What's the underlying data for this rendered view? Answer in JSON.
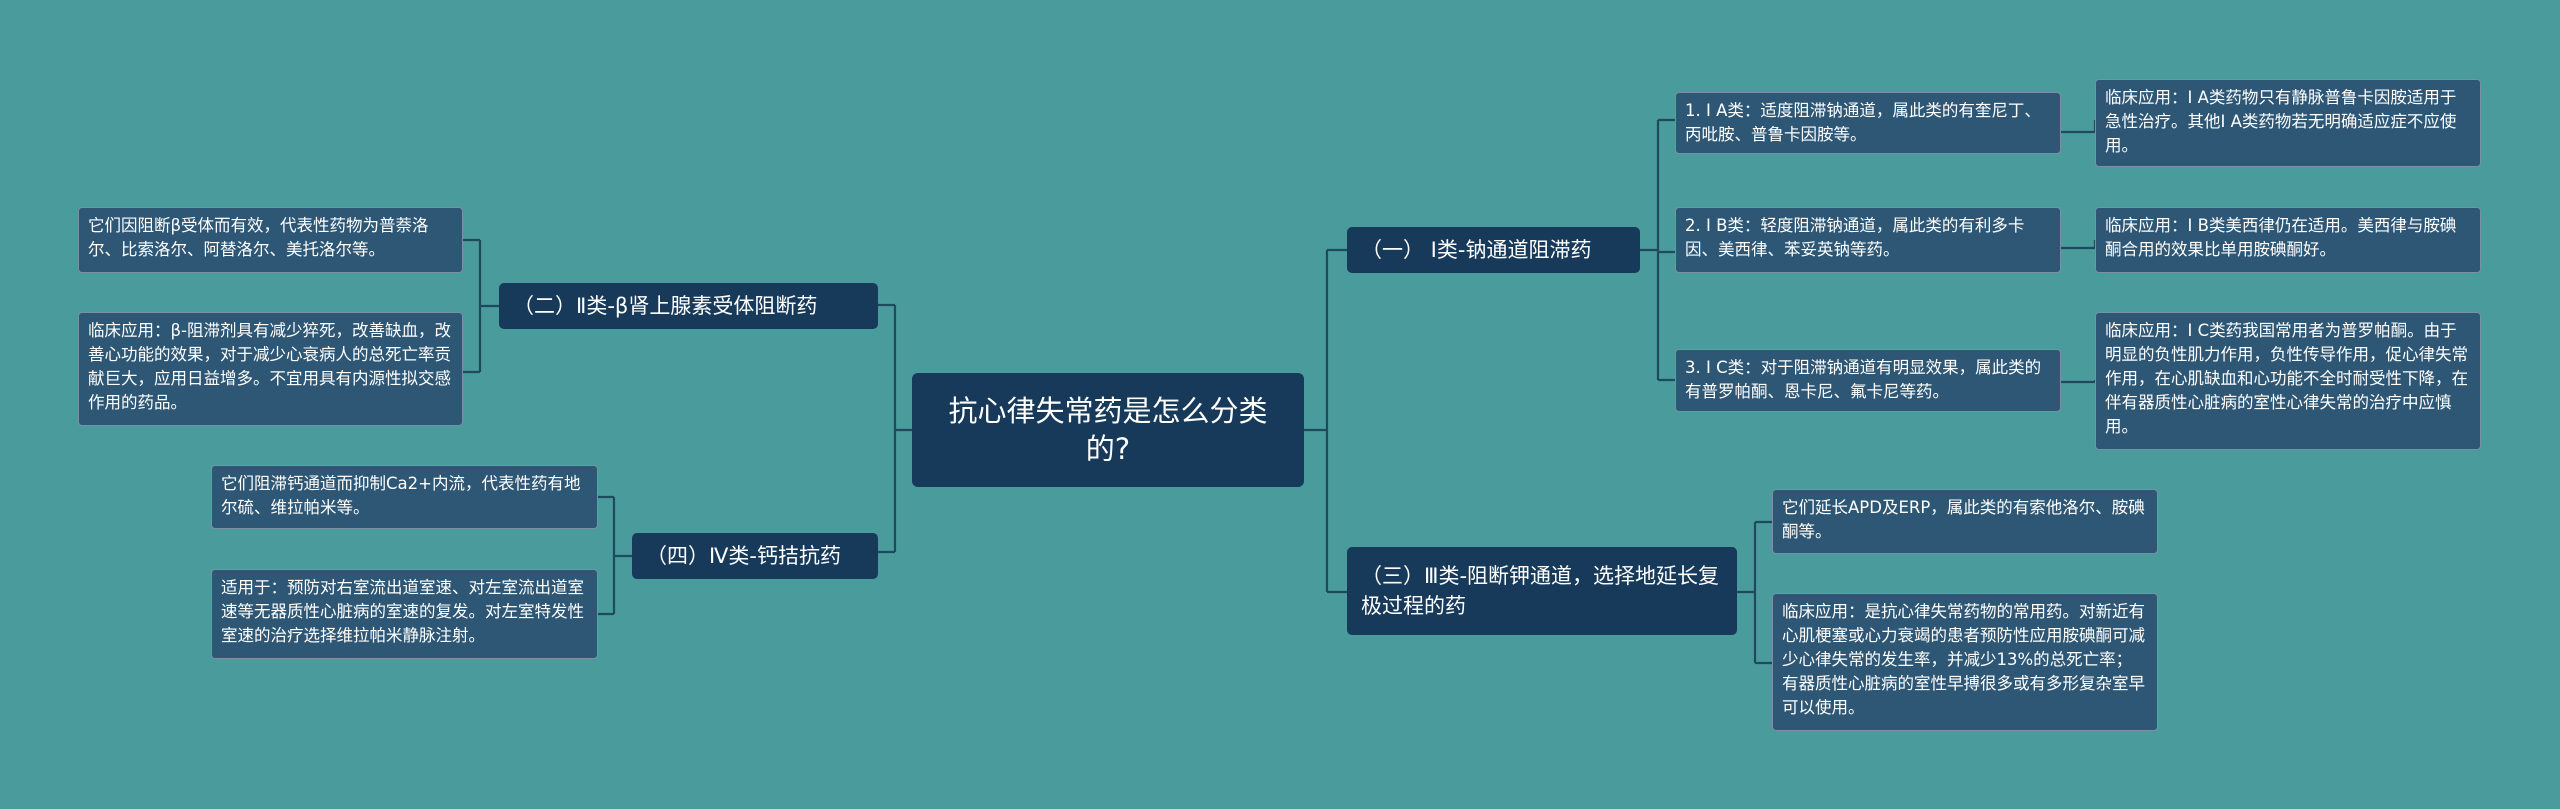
{
  "colors": {
    "background": "#4a9b9b",
    "root_fill": "#173a5a",
    "branch_fill": "#173a5a",
    "leaf_fill": "#2e5776",
    "connector": "#1f4a5e"
  },
  "root": {
    "text": "抗心律失常药是怎么分类的?"
  },
  "right": {
    "class1": {
      "title": "（一） Ⅰ类-钠通道阻滞药",
      "ia": {
        "text": "1. Ⅰ A类：适度阻滞钠通道，属此类的有奎尼丁、丙吡胺、普鲁卡因胺等。",
        "note": "临床应用：Ⅰ A类药物只有静脉普鲁卡因胺适用于急性治疗。其他Ⅰ A类药物若无明确适应症不应使用。"
      },
      "ib": {
        "text": "2. Ⅰ B类：轻度阻滞钠通道，属此类的有利多卡因、美西律、苯妥英钠等药。",
        "note": "临床应用：Ⅰ B类美西律仍在适用。美西律与胺碘酮合用的效果比单用胺碘酮好。"
      },
      "ic": {
        "text": "3. Ⅰ C类：对于阻滞钠通道有明显效果，属此类的有普罗帕酮、恩卡尼、氟卡尼等药。",
        "note": "临床应用：Ⅰ C类药我国常用者为普罗帕酮。由于明显的负性肌力作用，负性传导作用，促心律失常作用，在心肌缺血和心功能不全时耐受性下降，在伴有器质性心脏病的室性心律失常的治疗中应慎用。"
      }
    },
    "class3": {
      "title": "（三）Ⅲ类-阻断钾通道，选择地延长复极过程的药",
      "desc": "它们延长APD及ERP，属此类的有索他洛尔、胺碘酮等。",
      "note": "临床应用：是抗心律失常药物的常用药。对新近有心肌梗塞或心力衰竭的患者预防性应用胺碘酮可减少心律失常的发生率，并减少13%的总死亡率；有器质性心脏病的室性早搏很多或有多形复杂室早可以使用。"
    }
  },
  "left": {
    "class2": {
      "title": "（二）Ⅱ类-β肾上腺素受体阻断药",
      "desc": "它们因阻断β受体而有效，代表性药物为普萘洛尔、比索洛尔、阿替洛尔、美托洛尔等。",
      "note": "临床应用：β-阻滞剂具有减少猝死，改善缺血，改善心功能的效果，对于减少心衰病人的总死亡率贡献巨大，应用日益增多。不宜用具有内源性拟交感作用的药品。"
    },
    "class4": {
      "title": "（四）Ⅳ类-钙拮抗药",
      "desc": "它们阻滞钙通道而抑制Ca2+内流，代表性药有地尔硫、维拉帕米等。",
      "note": "适用于：预防对右室流出道室速、对左室流出道室速等无器质性心脏病的室速的复发。对左室特发性室速的治疗选择维拉帕米静脉注射。"
    }
  }
}
